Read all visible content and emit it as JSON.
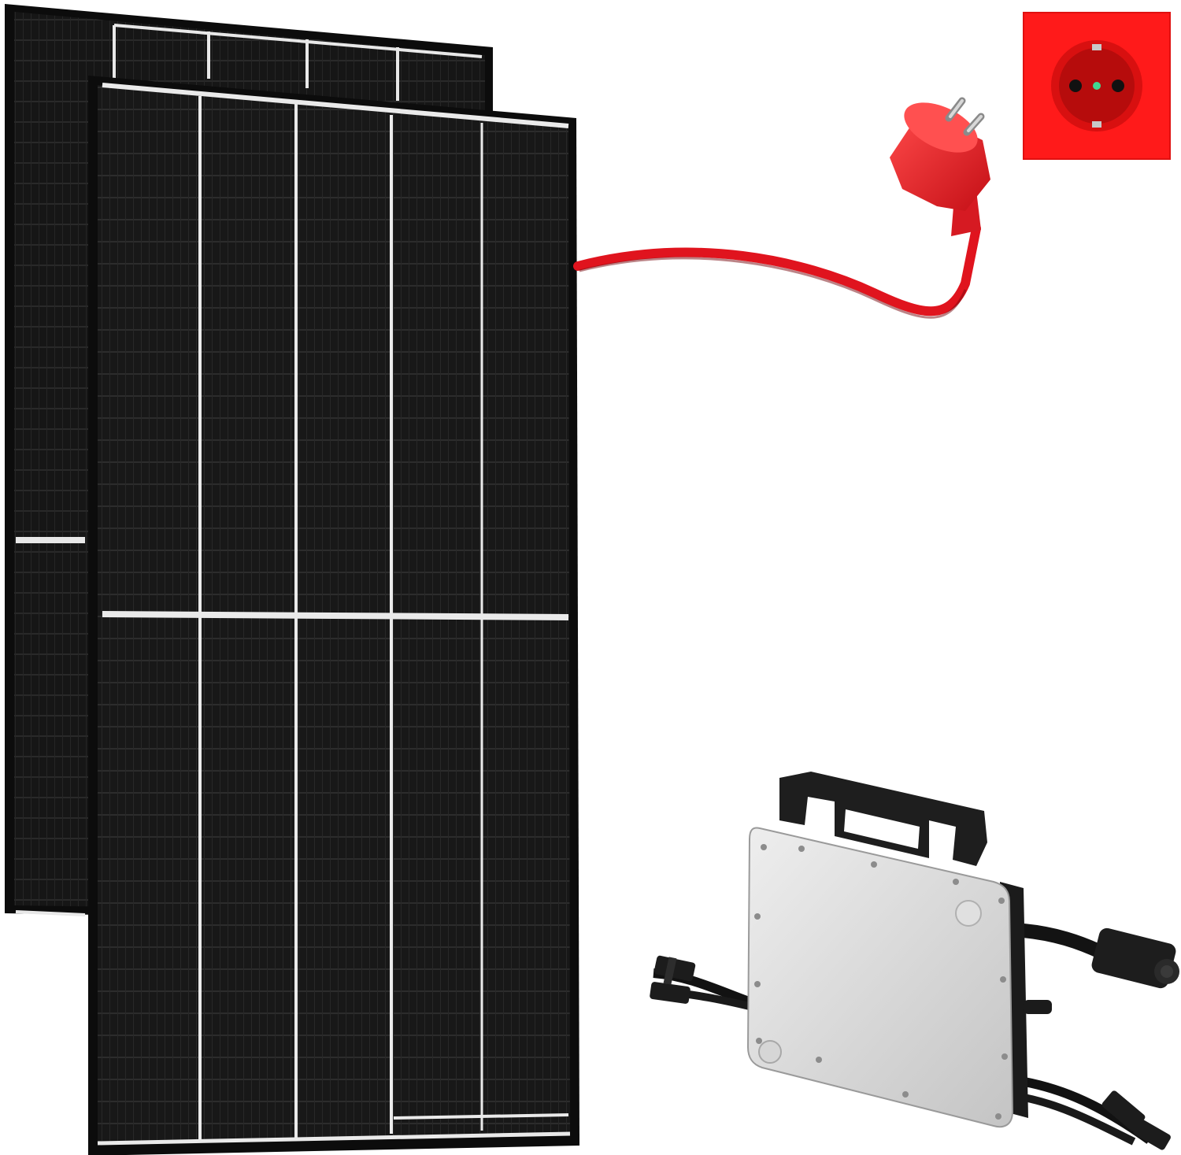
{
  "scene": {
    "background_color": "#ffffff",
    "items": [
      {
        "name": "solar-panel-back",
        "icon": "solar-panel-icon"
      },
      {
        "name": "solar-panel-front",
        "icon": "solar-panel-icon"
      },
      {
        "name": "power-cable",
        "icon": "cable-icon"
      },
      {
        "name": "schuko-plug",
        "icon": "plug-icon"
      },
      {
        "name": "schuko-wall-socket",
        "icon": "socket-icon"
      },
      {
        "name": "micro-inverter",
        "icon": "inverter-icon"
      }
    ]
  },
  "colors": {
    "panel_frame": "#0d0d0d",
    "panel_cell": "#1a1a1a",
    "panel_busbar": "#e6e6e6",
    "cable": "#e0141e",
    "plug": "#e8232a",
    "socket": "#ff1a1a",
    "inverter_body": "#d9d9d9",
    "inverter_bracket": "#1e1e1e"
  }
}
